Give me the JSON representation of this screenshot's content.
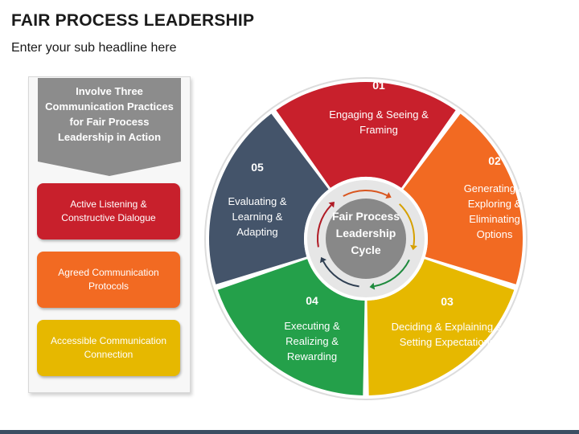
{
  "title": "FAIR PROCESS LEADERSHIP",
  "subtitle": "Enter your sub headline here",
  "panel": {
    "header": "Involve Three Communication Practices for Fair Process Leadership in Action",
    "practices": [
      {
        "label": "Active Listening & Constructive Dialogue",
        "color": "#c8202c"
      },
      {
        "label": "Agreed Communication Protocols",
        "color": "#f26a22"
      },
      {
        "label": "Accessible Communication Connection",
        "color": "#e6b800"
      }
    ]
  },
  "cycle": {
    "center": "Fair Process Leadership Cycle",
    "segments": [
      {
        "number": "01",
        "label": "Engaging & Seeing & Framing",
        "color": "#c8202c"
      },
      {
        "number": "02",
        "label": "Generating & Exploring & Eliminating Options",
        "color": "#f26a22"
      },
      {
        "number": "03",
        "label": "Deciding & Explaining & Setting Expectations",
        "color": "#e6b800"
      },
      {
        "number": "04",
        "label": "Executing & Realizing & Rewarding",
        "color": "#24a04a"
      },
      {
        "number": "05",
        "label": "Evaluating & Learning & Adapting",
        "color": "#44546a"
      }
    ],
    "header_color": "#8c8c8c",
    "center_color": "#888888",
    "arrow_colors": [
      "#d9561f",
      "#d6a000",
      "#1f8a3e",
      "#2f3f52",
      "#b01a24"
    ]
  }
}
